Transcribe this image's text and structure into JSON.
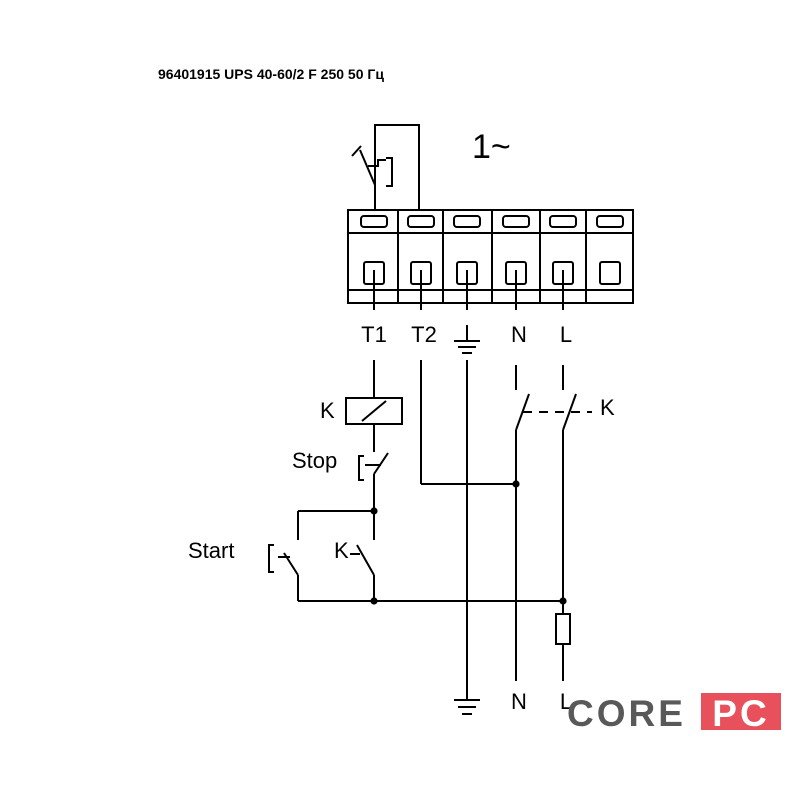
{
  "title": "96401915 UPS 40-60/2 F 250 50 Гц",
  "phase_symbol": "1~",
  "terminals": [
    "T1",
    "T2",
    "N",
    "L"
  ],
  "contactor_label": "K",
  "stop_label": "Stop",
  "start_label": "Start",
  "aux_contact_label": "K",
  "main_contacts_label": "K",
  "supply_labels": [
    "N",
    "L"
  ],
  "logo": {
    "part1": "CORE",
    "part2": "PC",
    "color_dark": "#595959",
    "color_accent": "#e8505b"
  }
}
